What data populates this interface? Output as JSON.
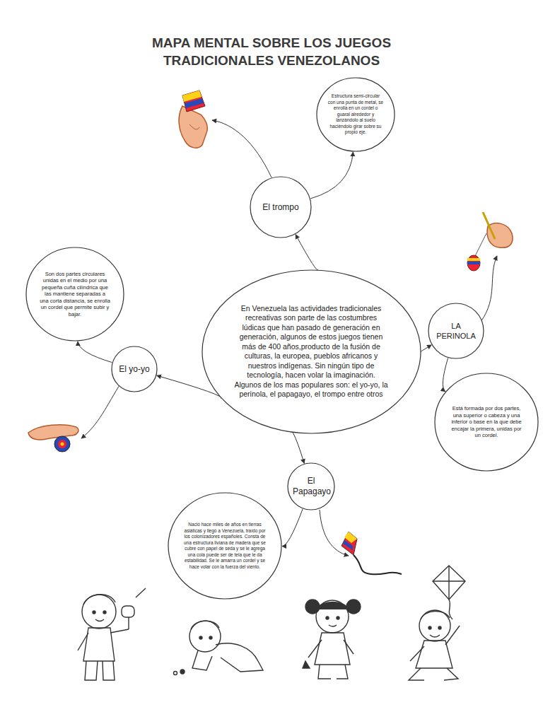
{
  "diagram": {
    "title": "MAPA MENTAL SOBRE LOS JUEGOS TRADICIONALES VENEZOLANOS",
    "nodes": [
      {
        "text": [
          "Estructura semi-circular con una punta de metal, se enrolla en un cordel o guaral alrededor y lanzándolo al suelo haciéndolo girar sobre su propio eje."
        ]
      },
      {
        "text": [
          "El trompo"
        ]
      },
      {
        "text": [
          "Son dos partes circulares unidas en el medio por una pequeña cuña cilíndrica que las mantiene separadas a una corta distancia, se enrolla un cordel que permite subir y bajar."
        ]
      },
      {
        "text": [
          "En Venezuela las actividades tradicionales recreativas son parte de las costumbres lúdicas que han pasado de generación en generación, algunos de estos juegos tienen más de 400 años,producto de la fusión de culturas, la europea, pueblos africanos y nuestros indígenas. Sin ningún tipo de tecnología, hacen volar la imaginación. Algunos de los mas populares son: el yo-yo, la perinola, el papagayo, el trompo entre otros"
        ]
      },
      {
        "text": [
          "LA PERINOLA"
        ]
      },
      {
        "text": [
          "El yo-yo"
        ]
      },
      {
        "text": [
          "Está formada por dos partes, una superior o cabeza y una inferior o base en la que debe encajar la primera, unidas por un cordel."
        ]
      },
      {
        "text": [
          "El Papagayo"
        ]
      },
      {
        "text": [
          "Nació hace miles de años en tierras asiáticas y llegó a Venezuela, traído por los colonizadores españoles. Consta de una estructura liviana de madera que se cubre con papel de seda y se le agrega una cola puede ser de tela que le da estabilidad. Se le amarra un cordel y se hace volar con la fuerza del viento."
        ]
      }
    ],
    "edges": [
      {
        "from": 3,
        "to": 1,
        "arrow": "to"
      },
      {
        "from": 1,
        "to": 0,
        "arrow": "to"
      },
      {
        "from": 3,
        "to": 5,
        "arrow": "to"
      },
      {
        "from": 5,
        "to": 2,
        "arrow": "to"
      },
      {
        "from": 3,
        "to": 4,
        "arrow": "to"
      },
      {
        "from": 4,
        "to": 6,
        "arrow": "to"
      },
      {
        "from": 3,
        "to": 7,
        "arrow": "to"
      },
      {
        "from": 7,
        "to": 8,
        "arrow": "to"
      }
    ]
  }
}
